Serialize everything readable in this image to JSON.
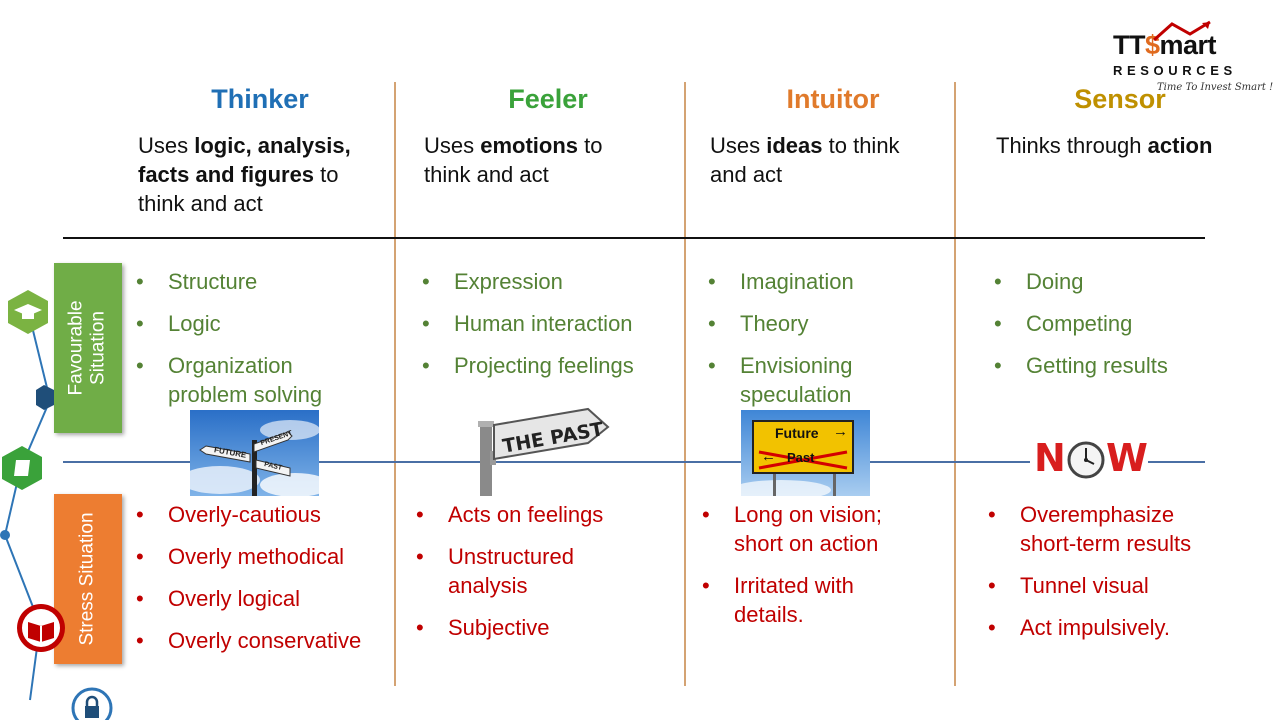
{
  "logo": {
    "brand_prefix": "TT",
    "brand_dollar": "$",
    "brand_suffix": "mart",
    "subtitle": "RESOURCES",
    "tagline": "Time To Invest Smart !"
  },
  "columns": [
    {
      "title": "Thinker",
      "title_color": "#1f6fb5",
      "desc_pre": "Uses ",
      "desc_bold": "logic, analysis, facts and figures",
      "desc_post": " to think and act",
      "favourable": [
        "Structure",
        "Logic",
        "Organization problem solving"
      ],
      "stress": [
        "Overly-cautious",
        "Overly methodical",
        "Overly logical",
        "Overly conservative"
      ],
      "image_signs": [
        "FUTURE",
        "PRESENT",
        "PAST"
      ]
    },
    {
      "title": "Feeler",
      "title_color": "#3aa23a",
      "desc_pre": "Uses ",
      "desc_bold": "emotions",
      "desc_post": " to think and act",
      "favourable": [
        "Expression",
        "Human interaction",
        "Projecting feelings"
      ],
      "stress": [
        "Acts on feelings",
        "Unstructured analysis",
        "Subjective"
      ],
      "image_signs": [
        "THE PAST"
      ]
    },
    {
      "title": "Intuitor",
      "title_color": "#e07a2b",
      "desc_pre": "Uses ",
      "desc_bold": "ideas",
      "desc_post": " to think and act",
      "favourable": [
        "Imagination",
        "Theory",
        "Envisioning speculation"
      ],
      "stress": [
        "Long on vision; short on action",
        "Irritated with details."
      ],
      "image_signs": [
        "Future",
        "Past"
      ]
    },
    {
      "title": "Sensor",
      "title_color": "#bf9000",
      "desc_pre": "Thinks through ",
      "desc_bold": "action",
      "desc_post": "",
      "favourable": [
        "Doing",
        "Competing",
        "Getting results"
      ],
      "stress": [
        "Overemphasize short-term results",
        "Tunnel visual",
        "Act impulsively."
      ],
      "image_signs": [
        "N",
        "W"
      ]
    }
  ],
  "side_tabs": {
    "favourable": "Favourable Situation",
    "stress": "Stress Situation"
  },
  "colors": {
    "favourable_tab": "#70ad47",
    "stress_tab": "#ed7d31",
    "divider": "#d4a373",
    "mid_line": "#4a6fa5"
  },
  "icons": [
    "graduation-cap-icon",
    "book-icon",
    "open-book-icon",
    "lock-icon"
  ]
}
